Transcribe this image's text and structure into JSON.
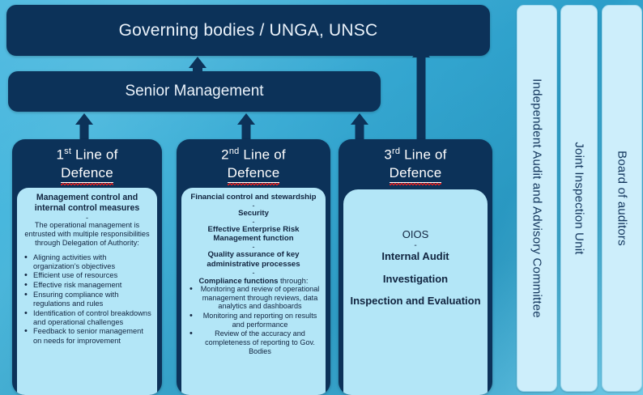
{
  "theme": {
    "background_top": "#3db3dd",
    "background_mid": "#35a7d1",
    "dark_navy": "#0c3259",
    "light_panel": "#b3e6f7",
    "vertical_panel": "#cdeefb",
    "spellcheck_underline": "#e02020"
  },
  "top": {
    "governing_bodies": "Governing bodies / UNGA, UNSC",
    "senior_management": "Senior Management"
  },
  "lines": [
    {
      "ordinal": "1",
      "ordinal_suffix": "st",
      "title_rest": "Line of",
      "title_word": "Defence",
      "heading": "Management control and internal control measures",
      "separator": "-",
      "paragraph": "The operational management is entrusted with multiple responsibilities through Delegation of Authority:",
      "bullets": [
        "Aligning activities with organization’s objectives",
        "Efficient use of resources",
        "Effective risk management",
        "Ensuring compliance with regulations and rules",
        "Identification of control breakdowns and operational challenges",
        "Feedback to senior management on needs for improvement"
      ]
    },
    {
      "ordinal": "2",
      "ordinal_suffix": "nd",
      "title_rest": "Line of",
      "title_word": "Defence",
      "items": [
        "Financial control and stewardship",
        "Security",
        "Effective Enterprise Risk Management function",
        "Quality assurance of key administrative processes"
      ],
      "separator": "-",
      "compliance_label": "Compliance functions",
      "compliance_suffix": " through:",
      "bullets": [
        "Monitoring and review of operational management through reviews, data analytics and dashboards",
        "Monitoring and reporting on results and performance",
        "Review of the accuracy and completeness of reporting to Gov. Bodies"
      ]
    },
    {
      "ordinal": "3",
      "ordinal_suffix": "rd",
      "title_rest": "Line of",
      "title_word": "Defence",
      "items": [
        "OIOS",
        "-",
        "Internal Audit",
        "Investigation",
        "Inspection and Evaluation"
      ]
    }
  ],
  "side_panels": [
    {
      "label": "Independent Audit and Advisory Committee"
    },
    {
      "label": "Joint Inspection Unit"
    },
    {
      "label": "Board of auditors"
    }
  ]
}
